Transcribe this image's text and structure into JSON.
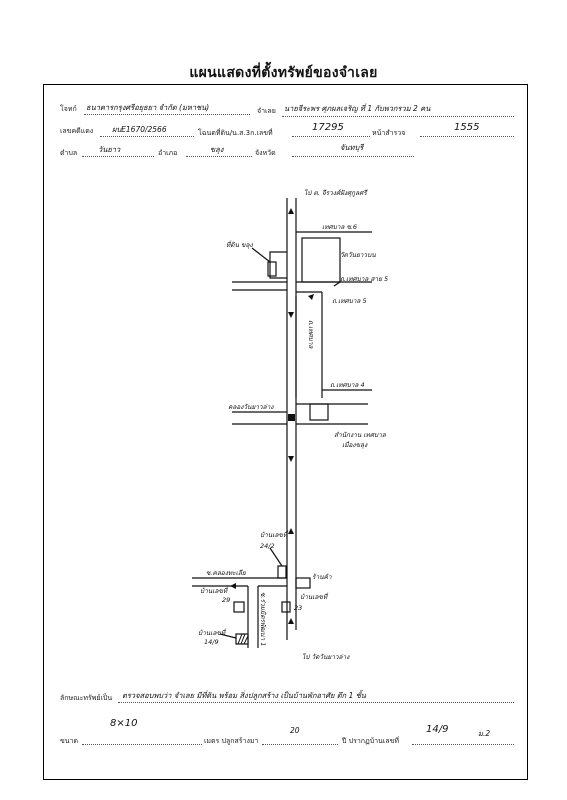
{
  "title": "แผนแสดงที่ตั้งทรัพย์ของจำเลย",
  "header": {
    "plaintiff_label": "โจทก์",
    "plaintiff_value": "ธนาคารกรุงศรีอยุธยา จำกัด (มหาชน)",
    "defendant_label": "จำเลย",
    "defendant_value": "นายจีระพร ศุภผลเจริญ ที่ 1 กับพวกรวม 2 คน",
    "case_no_label": "เลขคดีแดง",
    "case_no_value": "ผบE1670/2566",
    "deed_label": "โฉนดที่ดิน/น.ส.3ก.เลขที่",
    "deed_value": "17295",
    "survey_page_label": "หน้าสำรวจ",
    "survey_page_value": "1555",
    "subdistrict_label": "ตำบล",
    "subdistrict_value": "วันยาว",
    "district_label": "อำเภอ",
    "district_value": "ขลุง",
    "province_label": "จังหวัด",
    "province_value": "จันทบุรี"
  },
  "map_labels": {
    "to_top": "ไป ต. จีรวงศ์ฝังศุกูลศรี",
    "soi6": "เทศบาล ซ.6",
    "land_khlung": "ที่ดิน ขลุง",
    "temple": "วัดวันยาวบน",
    "soi5_right": "ถ.เทศบาล สาย 5",
    "soi5_left": "ถ.เทศบาล 5",
    "main_road": "ถ.เทศบาล",
    "soi4": "ถ.เทศบาล 4",
    "canal": "คลองวันยาวล่าง",
    "office": "สำนักงาน เทศบาล",
    "office_sub": "เมืองขลุง",
    "house_top_label": "บ้านเลขที่",
    "house_top_no": "24/2",
    "soi_left": "ซ.คลองทะเลีย",
    "house_shop": "ร้านค้า",
    "house_right_label": "บ้านเลขที่",
    "house_right_no": "23",
    "house_left_label": "บ้านเลขที่",
    "house_left_no": "29",
    "house_target_label": "บ้านเลขที่",
    "house_target_no": "14/9",
    "side_road": "ซ.ร่วมมิตรพัฒนา 1",
    "to_bottom": "ไป วัดวันยาวล่าง"
  },
  "footer": {
    "property_label": "ลักษณะทรัพย์เป็น",
    "property_value": "ตรวจสอบพบว่า จำเลย มีที่ดิน พร้อม สิ่งปลูกสร้าง เป็นบ้านพักอาศัย ตึก 1 ชั้น",
    "size_label": "ขนาด",
    "size_value": "8×10",
    "built_label": "เมตร ปลูกสร้างมา",
    "built_value": "20",
    "house_no_label": "ปี ปรากฏบ้านเลขที่",
    "house_no_value": "14/9",
    "moo_value": "ม.2"
  }
}
